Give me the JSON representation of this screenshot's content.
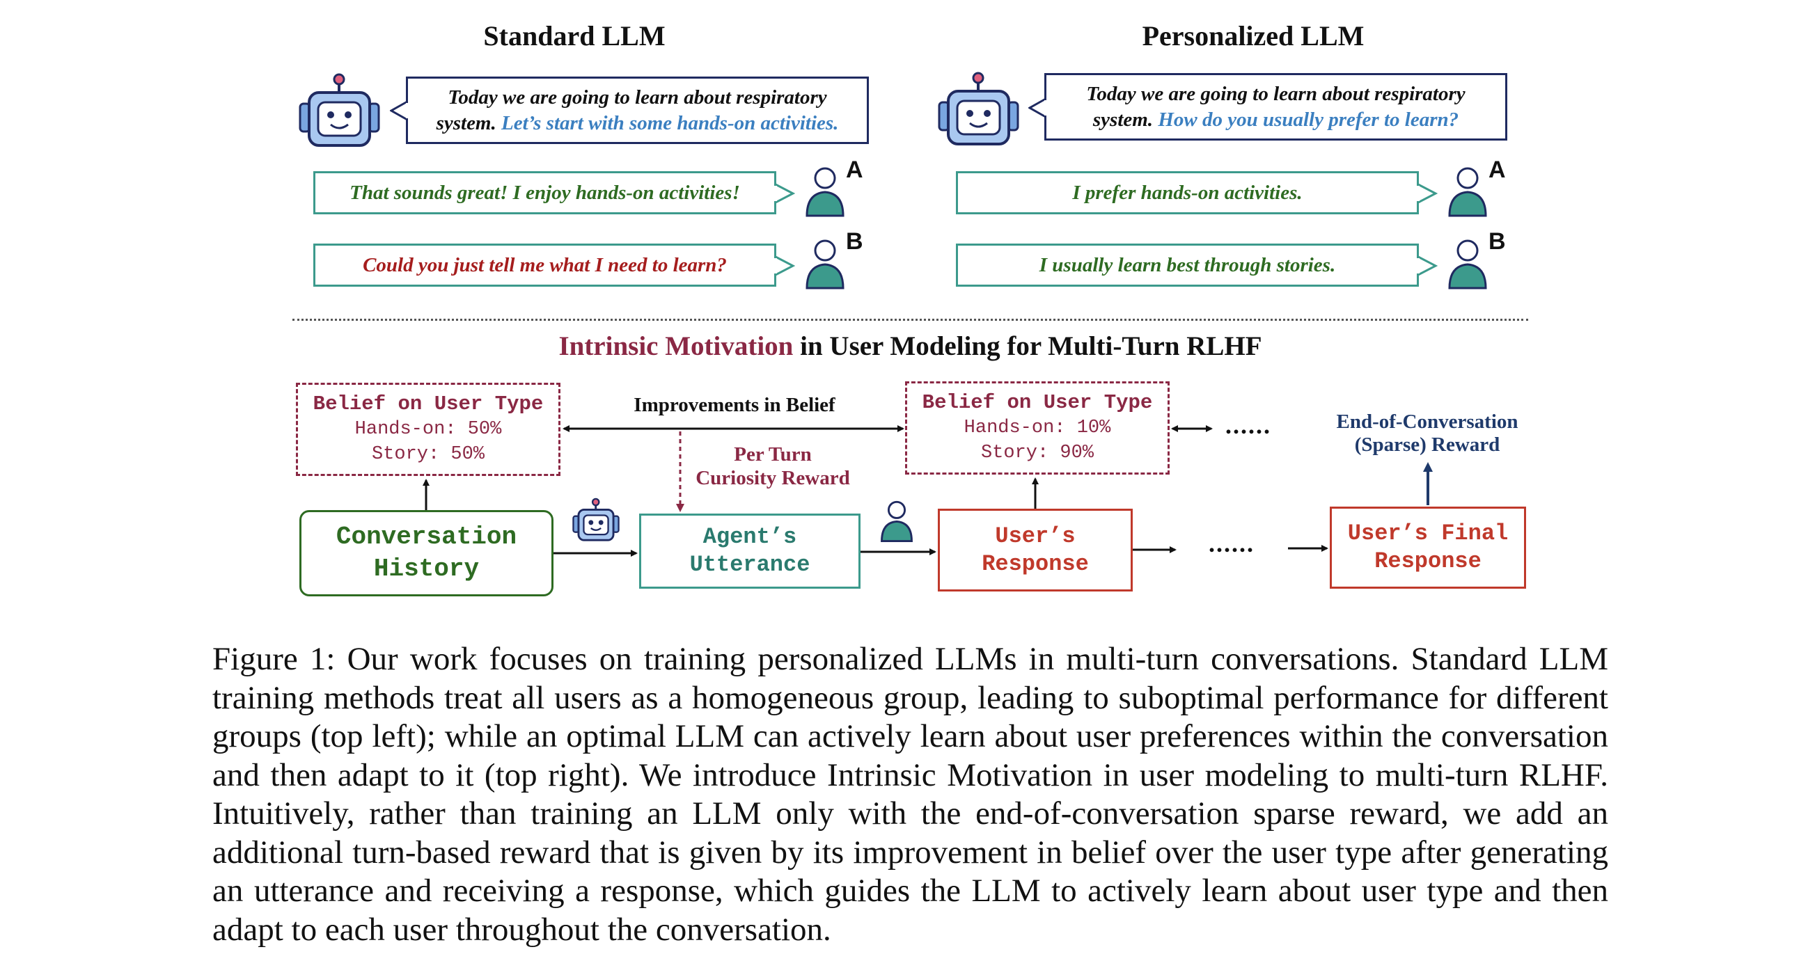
{
  "top_left": {
    "title": "Standard LLM",
    "agent_bubble": {
      "plain": "Today we are going to learn about respiratory system. ",
      "highlight": "Let’s start with some hands-on activities."
    },
    "user_a": "That sounds great! I enjoy hands-on activities!",
    "user_b": "Could you just tell me what I need to learn?"
  },
  "top_right": {
    "title": "Personalized LLM",
    "agent_bubble": {
      "plain": "Today we are going to learn about respiratory system. ",
      "highlight": "How do you usually prefer to learn?"
    },
    "user_a": "I prefer hands-on activities.",
    "user_b": "I usually learn best through stories."
  },
  "user_labels": {
    "a": "A",
    "b": "B"
  },
  "bottom": {
    "title_highlight": "Intrinsic Motivation",
    "title_rest": " in User Modeling for Multi-Turn RLHF",
    "belief1": {
      "title": "Belief on User Type",
      "line1": "Hands-on: 50%",
      "line2": "Story: 50%"
    },
    "belief2": {
      "title": "Belief on User Type",
      "line1": "Hands-on: 10%",
      "line2": "Story: 90%"
    },
    "improvements_label": "Improvements in Belief",
    "per_turn_label_1": "Per Turn",
    "per_turn_label_2": "Curiosity Reward",
    "end_reward_label_1": "End-of-Conversation",
    "end_reward_label_2": "(Sparse) Reward",
    "ellipsis": "......",
    "nodes": {
      "history": "Conversation History",
      "agent": "Agent’s Utterance",
      "user": "User’s Response",
      "final": "User’s Final Response"
    }
  },
  "caption": "Figure 1: Our work focuses on training personalized LLMs in multi-turn conversations. Standard LLM training methods treat all users as a homogeneous group, leading to suboptimal performance for different groups (top left); while an optimal LLM can actively learn about user preferences within the conversation and then adapt to it (top right). We introduce Intrinsic Motivation in user modeling to multi-turn RLHF. Intuitively, rather than training an LLM only with the end-of-conversation sparse reward, we add an additional turn-based reward that is given by its improvement in belief over the user type after generating an utterance and receiving a response, which guides the LLM to actively learn about user type and then adapt to each user throughout the conversation.",
  "colors": {
    "maroon": "#8a2844",
    "green": "#2e6b22",
    "red": "#c0392b",
    "teal": "#3c9a8c",
    "navy": "#1f3a6b",
    "blue": "#3b7fc0"
  }
}
